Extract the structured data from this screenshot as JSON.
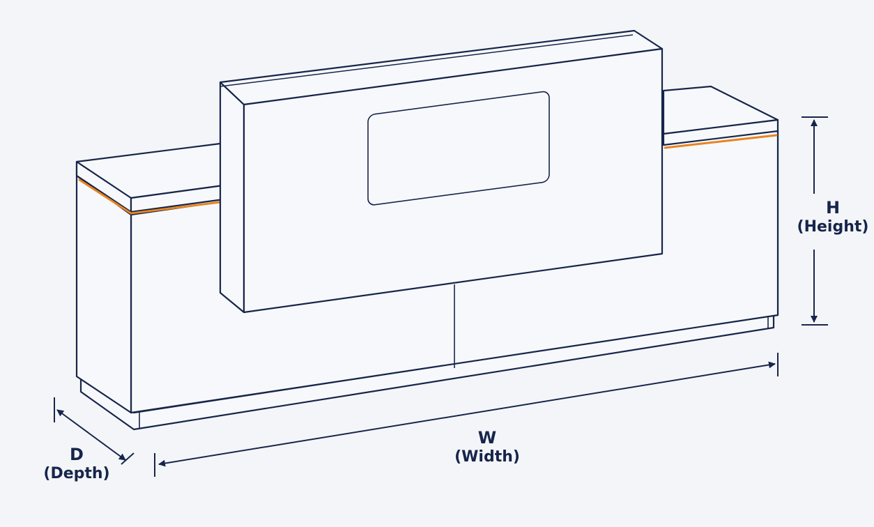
{
  "diagram": {
    "colors": {
      "outline": "#16254a",
      "accent": "#e8841f",
      "background": "#f4f5f8"
    },
    "dimensions": {
      "height": {
        "symbol": "H",
        "name": "(Height)"
      },
      "width": {
        "symbol": "W",
        "name": "(Width)"
      },
      "depth": {
        "symbol": "D",
        "name": "(Depth)"
      }
    }
  }
}
